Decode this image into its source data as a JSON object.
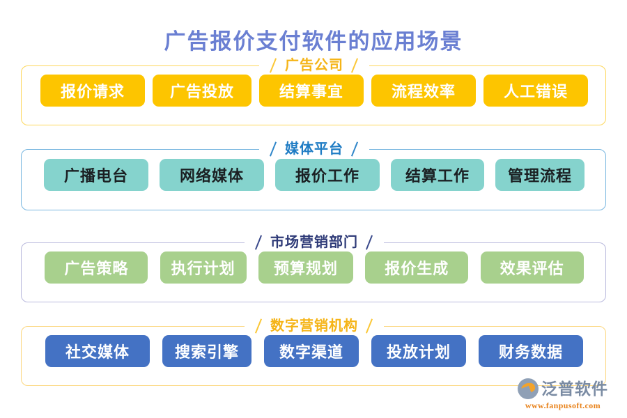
{
  "page": {
    "title": "广告报价支付软件的应用场景",
    "title_color": "#6a7fd2",
    "background": "#ffffff"
  },
  "groups": [
    {
      "label": "广告公司",
      "label_color": "#f5b417",
      "border_color": "#fdd75a",
      "chip_bg": "#fdc500",
      "chip_text_color": "#ffffff",
      "items": [
        {
          "label": "报价请求"
        },
        {
          "label": "广告投放"
        },
        {
          "label": "结算事宜"
        },
        {
          "label": "流程效率"
        },
        {
          "label": "人工错误"
        }
      ]
    },
    {
      "label": "媒体平台",
      "label_color": "#1f7cc4",
      "border_color": "#79b7e0",
      "chip_bg": "#85d3cd",
      "chip_text_color": "#1b2023",
      "items": [
        {
          "label": "广播电台"
        },
        {
          "label": "网络媒体"
        },
        {
          "label": "报价工作"
        },
        {
          "label": "结算工作"
        },
        {
          "label": "管理流程"
        }
      ]
    },
    {
      "label": "市场营销部门",
      "label_color": "#2e3a77",
      "border_color": "#b9b9dd",
      "chip_bg": "#a8d08d",
      "chip_text_color": "#ffffff",
      "items": [
        {
          "label": "广告策略"
        },
        {
          "label": "执行计划"
        },
        {
          "label": "预算规划"
        },
        {
          "label": "报价生成"
        },
        {
          "label": "效果评估"
        }
      ]
    },
    {
      "label": "数字营销机构",
      "label_color": "#f5b417",
      "border_color": "#fcd77e",
      "chip_bg": "#4472c4",
      "chip_text_color": "#ffffff",
      "items": [
        {
          "label": "社交媒体"
        },
        {
          "label": "搜索引擎"
        },
        {
          "label": "数字渠道"
        },
        {
          "label": "投放计划"
        },
        {
          "label": "财务数据"
        }
      ]
    }
  ],
  "logo": {
    "name": "泛普软件",
    "url": "www.fanpusoft.com",
    "mark_color": "#8fa0b6",
    "accent_color": "#f3a32a",
    "url_color": "#e8821a"
  }
}
